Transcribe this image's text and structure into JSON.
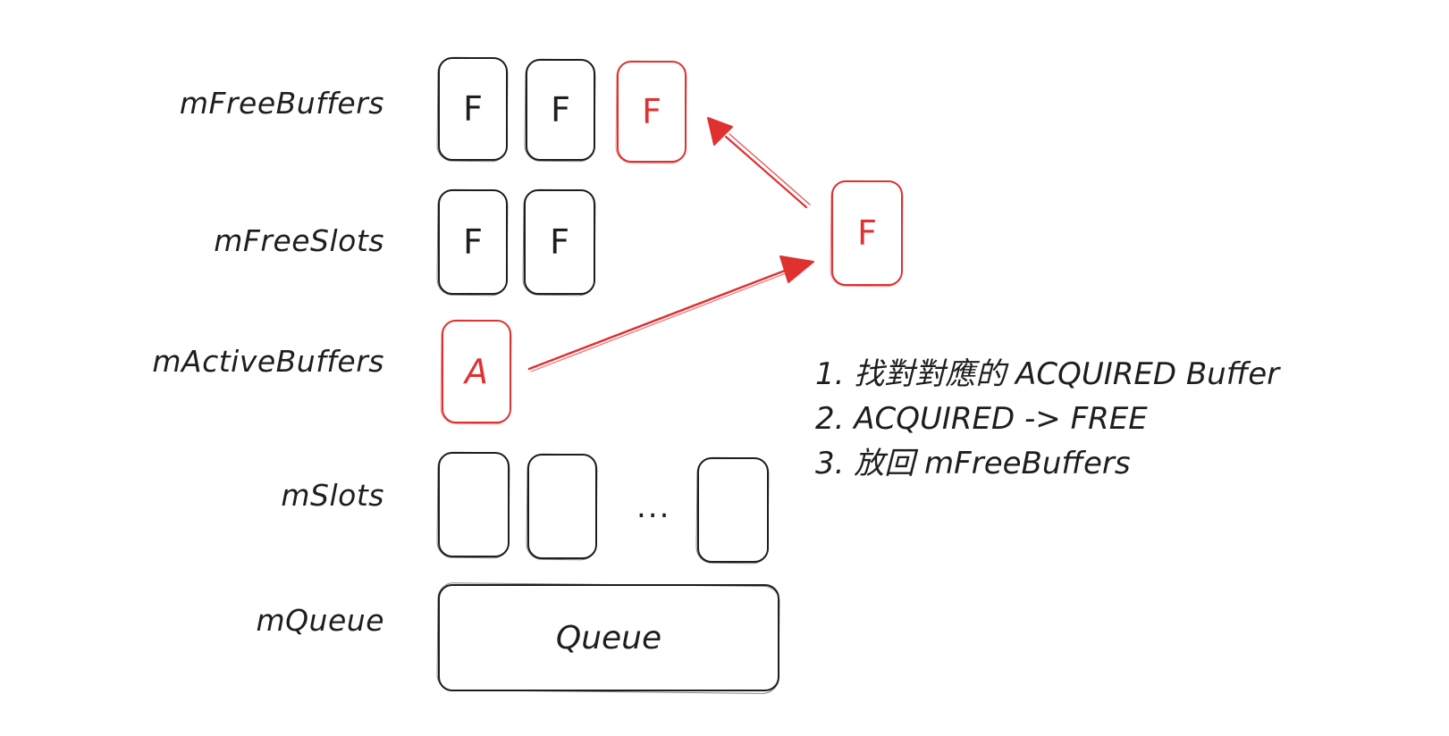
{
  "rows": {
    "free_buffers": {
      "label": "mFreeBuffers",
      "boxes": [
        "F",
        "F",
        "F"
      ]
    },
    "free_slots": {
      "label": "mFreeSlots",
      "boxes": [
        "F",
        "F"
      ]
    },
    "active_buffers": {
      "label": "mActiveBuffers",
      "boxes": [
        "A"
      ]
    },
    "slots": {
      "label": "mSlots",
      "ellipsis": "..."
    },
    "queue": {
      "label": "mQueue",
      "box_label": "Queue"
    }
  },
  "moved_buffer": {
    "label": "F"
  },
  "steps": [
    "1. 找對對應的 ACQUIRED Buffer",
    "2. ACQUIRED -> FREE",
    "3. 放回 mFreeBuffers"
  ],
  "colors": {
    "ink": "#1e1e1e",
    "highlight": "#e03131",
    "background": "#ffffff"
  }
}
